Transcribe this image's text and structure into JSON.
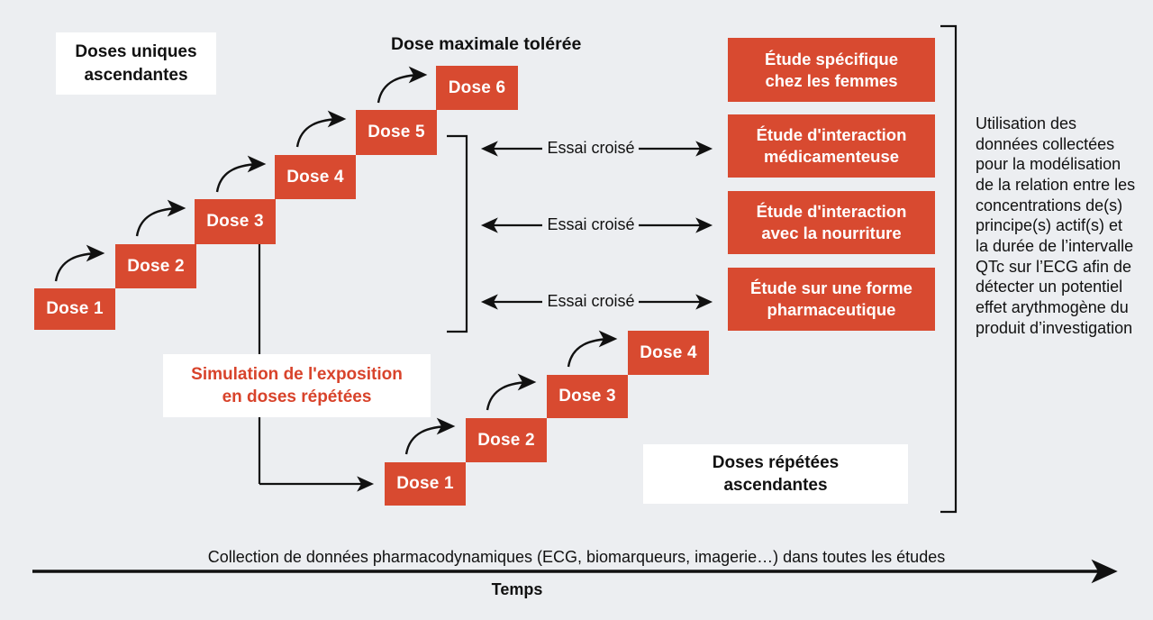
{
  "meta": {
    "background_color": "#eceef1",
    "accent_color": "#d84a30",
    "text_color": "#111111"
  },
  "labels": {
    "single_ascending_doses": "Doses uniques\nascendantes",
    "single_ascending_doses_line1": "Doses uniques",
    "single_ascending_doses_line2": "ascendantes",
    "max_tolerated_dose": "Dose maximale tolérée",
    "simulation_line1": "Simulation de l'exposition",
    "simulation_line2": "en doses répétées",
    "repeated_ascending_line1": "Doses répétées",
    "repeated_ascending_line2": "ascendantes"
  },
  "single_ascending_staircase": {
    "title": "Doses uniques ascendantes",
    "steps": [
      {
        "label": "Dose 1"
      },
      {
        "label": "Dose 2"
      },
      {
        "label": "Dose 3"
      },
      {
        "label": "Dose 4"
      },
      {
        "label": "Dose 5"
      },
      {
        "label": "Dose 6"
      }
    ]
  },
  "repeated_ascending_staircase": {
    "title": "Doses répétées ascendantes",
    "steps": [
      {
        "label": "Dose 1"
      },
      {
        "label": "Dose 2"
      },
      {
        "label": "Dose 3"
      },
      {
        "label": "Dose 4"
      }
    ]
  },
  "crossover_links": [
    {
      "label": "Essai croisé"
    },
    {
      "label": "Essai croisé"
    },
    {
      "label": "Essai croisé"
    }
  ],
  "studies": [
    {
      "line1": "Étude spécifique",
      "line2": "chez les femmes"
    },
    {
      "line1": "Étude d'interaction",
      "line2": "médicamenteuse"
    },
    {
      "line1": "Étude d'interaction",
      "line2": "avec la nourriture"
    },
    {
      "line1": "Étude sur une forme",
      "line2": "pharmaceutique"
    }
  ],
  "right_note": {
    "text": "Utilisation des données collectées pour la modélisation de la relation entre les concentrations de(s) principe(s) actif(s) et la durée de l’intervalle QTc sur l’ECG afin de détecter un potentiel effet arythmogène du produit d’investigation"
  },
  "timeline": {
    "caption": "Collection de données pharmacodynamiques (ECG, biomarqueurs, imagerie…) dans toutes les études",
    "axis_label": "Temps"
  }
}
